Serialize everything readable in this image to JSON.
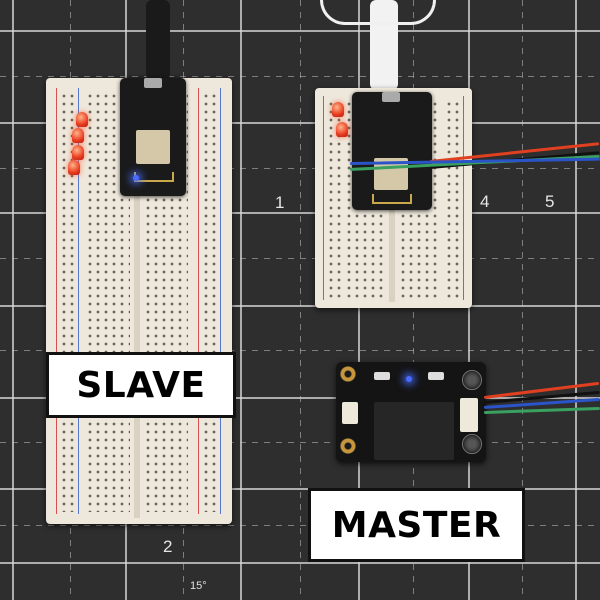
{
  "scene": {
    "description": "Photo of two breadboards with ESP8266 NodeMCU boards on a cutting mat; a voice recognition module below",
    "colors": {
      "mat": "#2e2e2e",
      "grid": "#d8d8d8",
      "breadboard": "#eee8dc",
      "led_red": "#e83c20",
      "led_blue": "#4a6bff",
      "label_bg": "#ffffff",
      "label_text": "#000000"
    }
  },
  "labels": {
    "slave": "SLAVE",
    "master": "MASTER"
  },
  "mat_markings": {
    "numbers": [
      "1",
      "2",
      "4",
      "5"
    ],
    "angle": "15°"
  },
  "components": {
    "left_board": "ESP8266 NodeMCU with 4 red LEDs and resistor",
    "right_board": "ESP8266 NodeMCU with 1 red LED and resistor",
    "voice_module": "Voice Recognition Module"
  }
}
